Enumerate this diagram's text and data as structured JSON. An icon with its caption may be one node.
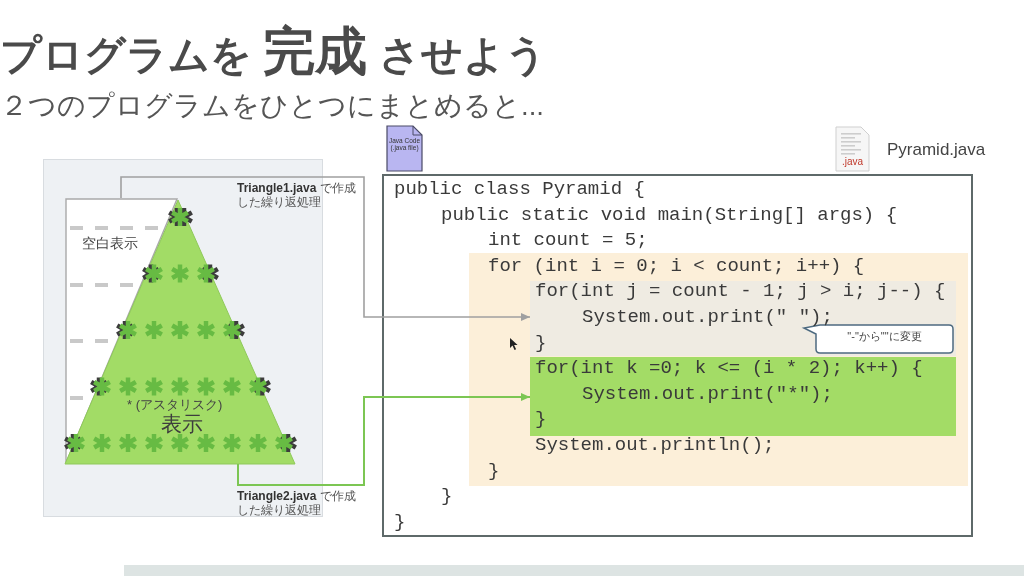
{
  "diagram": {
    "title": "プログラムを **完成** させよう",
    "nodes": [
      {
        "text": [
          "空白表示"
        ]
      },
      {
        "text": [
          "* (アスタリスク)",
          "表示"
        ]
      },
      {
        "text": [
          "Java Code (.java file)"
        ]
      },
      {
        "text": [
          ".java"
        ],
        "beside": [
          "Pyramid.java"
        ]
      },
      {
        "text": [
          "public class Pyramid {",
          "public static void main(String[] args) {",
          "int count = 5;",
          "}",
          "}"
        ]
      },
      {
        "text": [
          "for (int i = 0; i < count; i++) {",
          "System.out.println();",
          "}"
        ],
        "in": 4
      },
      {
        "text": [
          "for(int j = count - 1; j > i; j--) {",
          "System.out.print(\" \");",
          "}"
        ],
        "in": 5
      },
      {
        "text": [
          "\"-\"から\"\"に変更"
        ],
        "in": 6
      },
      {
        "text": [
          "for(int k =0; k <= (i * 2); k++) {",
          "System.out.print(\"*\");",
          "}"
        ],
        "in": 5
      }
    ],
    "edges": [
      {
        "from": 0,
        "to": 6,
        "arrow": "to",
        "color": "#a0a0a0",
        "label": "**Triangle1.java** で作成した繰り返処理"
      },
      {
        "from": 1,
        "to": 8,
        "arrow": "to",
        "color": "#7cc653",
        "label": "**Triangle2.java** で作成した繰り返処理"
      }
    ],
    "labels": [
      "２つのプログラムをひとつにまとめると..."
    ]
  }
}
